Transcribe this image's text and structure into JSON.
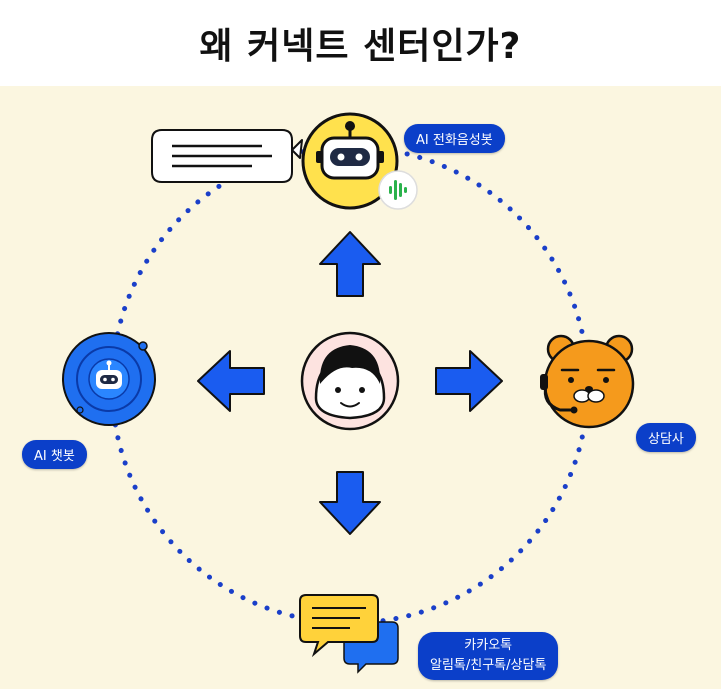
{
  "title": "왜 커넥트 센터인가?",
  "nodes": {
    "voicebot": {
      "label": "AI 전화음성봇",
      "icon": "robot-icon"
    },
    "chatbot": {
      "label": "AI 챗봇",
      "icon": "robot-icon"
    },
    "agent": {
      "label": "상담사",
      "icon": "lion-agent-icon"
    },
    "kakao": {
      "label_line1": "카카오톡",
      "label_line2": "알림톡/친구톡/상담톡",
      "icon": "chat-bubbles-icon"
    },
    "customer": {
      "icon": "person-icon"
    }
  },
  "colors": {
    "background": "#fbf6e0",
    "accent_blue": "#1a5cf0",
    "label_blue": "#0b3fc9",
    "robot_yellow": "#ffe14d",
    "agent_orange": "#f59a1c",
    "customer_pink": "#fde3e0"
  }
}
